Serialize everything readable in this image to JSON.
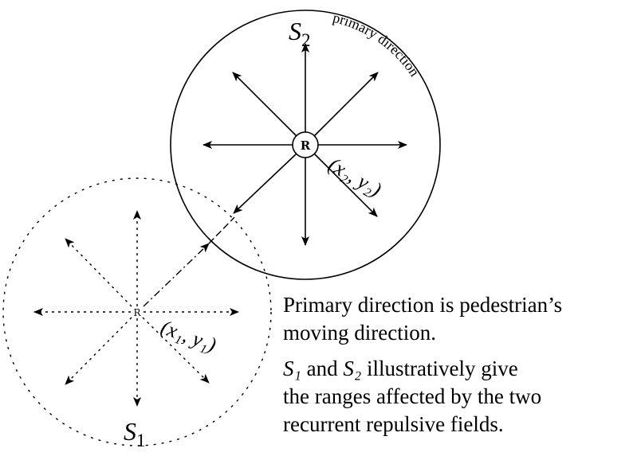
{
  "diagram": {
    "field_2": {
      "label": "S",
      "label_sub": "2",
      "center_label": "R",
      "coord": "(x₂, y₂)",
      "border": "solid"
    },
    "field_1": {
      "label": "S",
      "label_sub": "1",
      "center_label": "R",
      "coord": "(x₁, y₁)",
      "border": "dotted"
    },
    "arc_label": "primary direction"
  },
  "notes": {
    "line1": "Primary direction is pedestrian’s",
    "line2": "moving direction.",
    "s1": "S₁",
    "line3_rest": " and ",
    "s2": "S₂",
    "line3_end": " illustratively give",
    "line4": "the ranges affected by the two",
    "line5": "recurrent repulsive fields."
  }
}
